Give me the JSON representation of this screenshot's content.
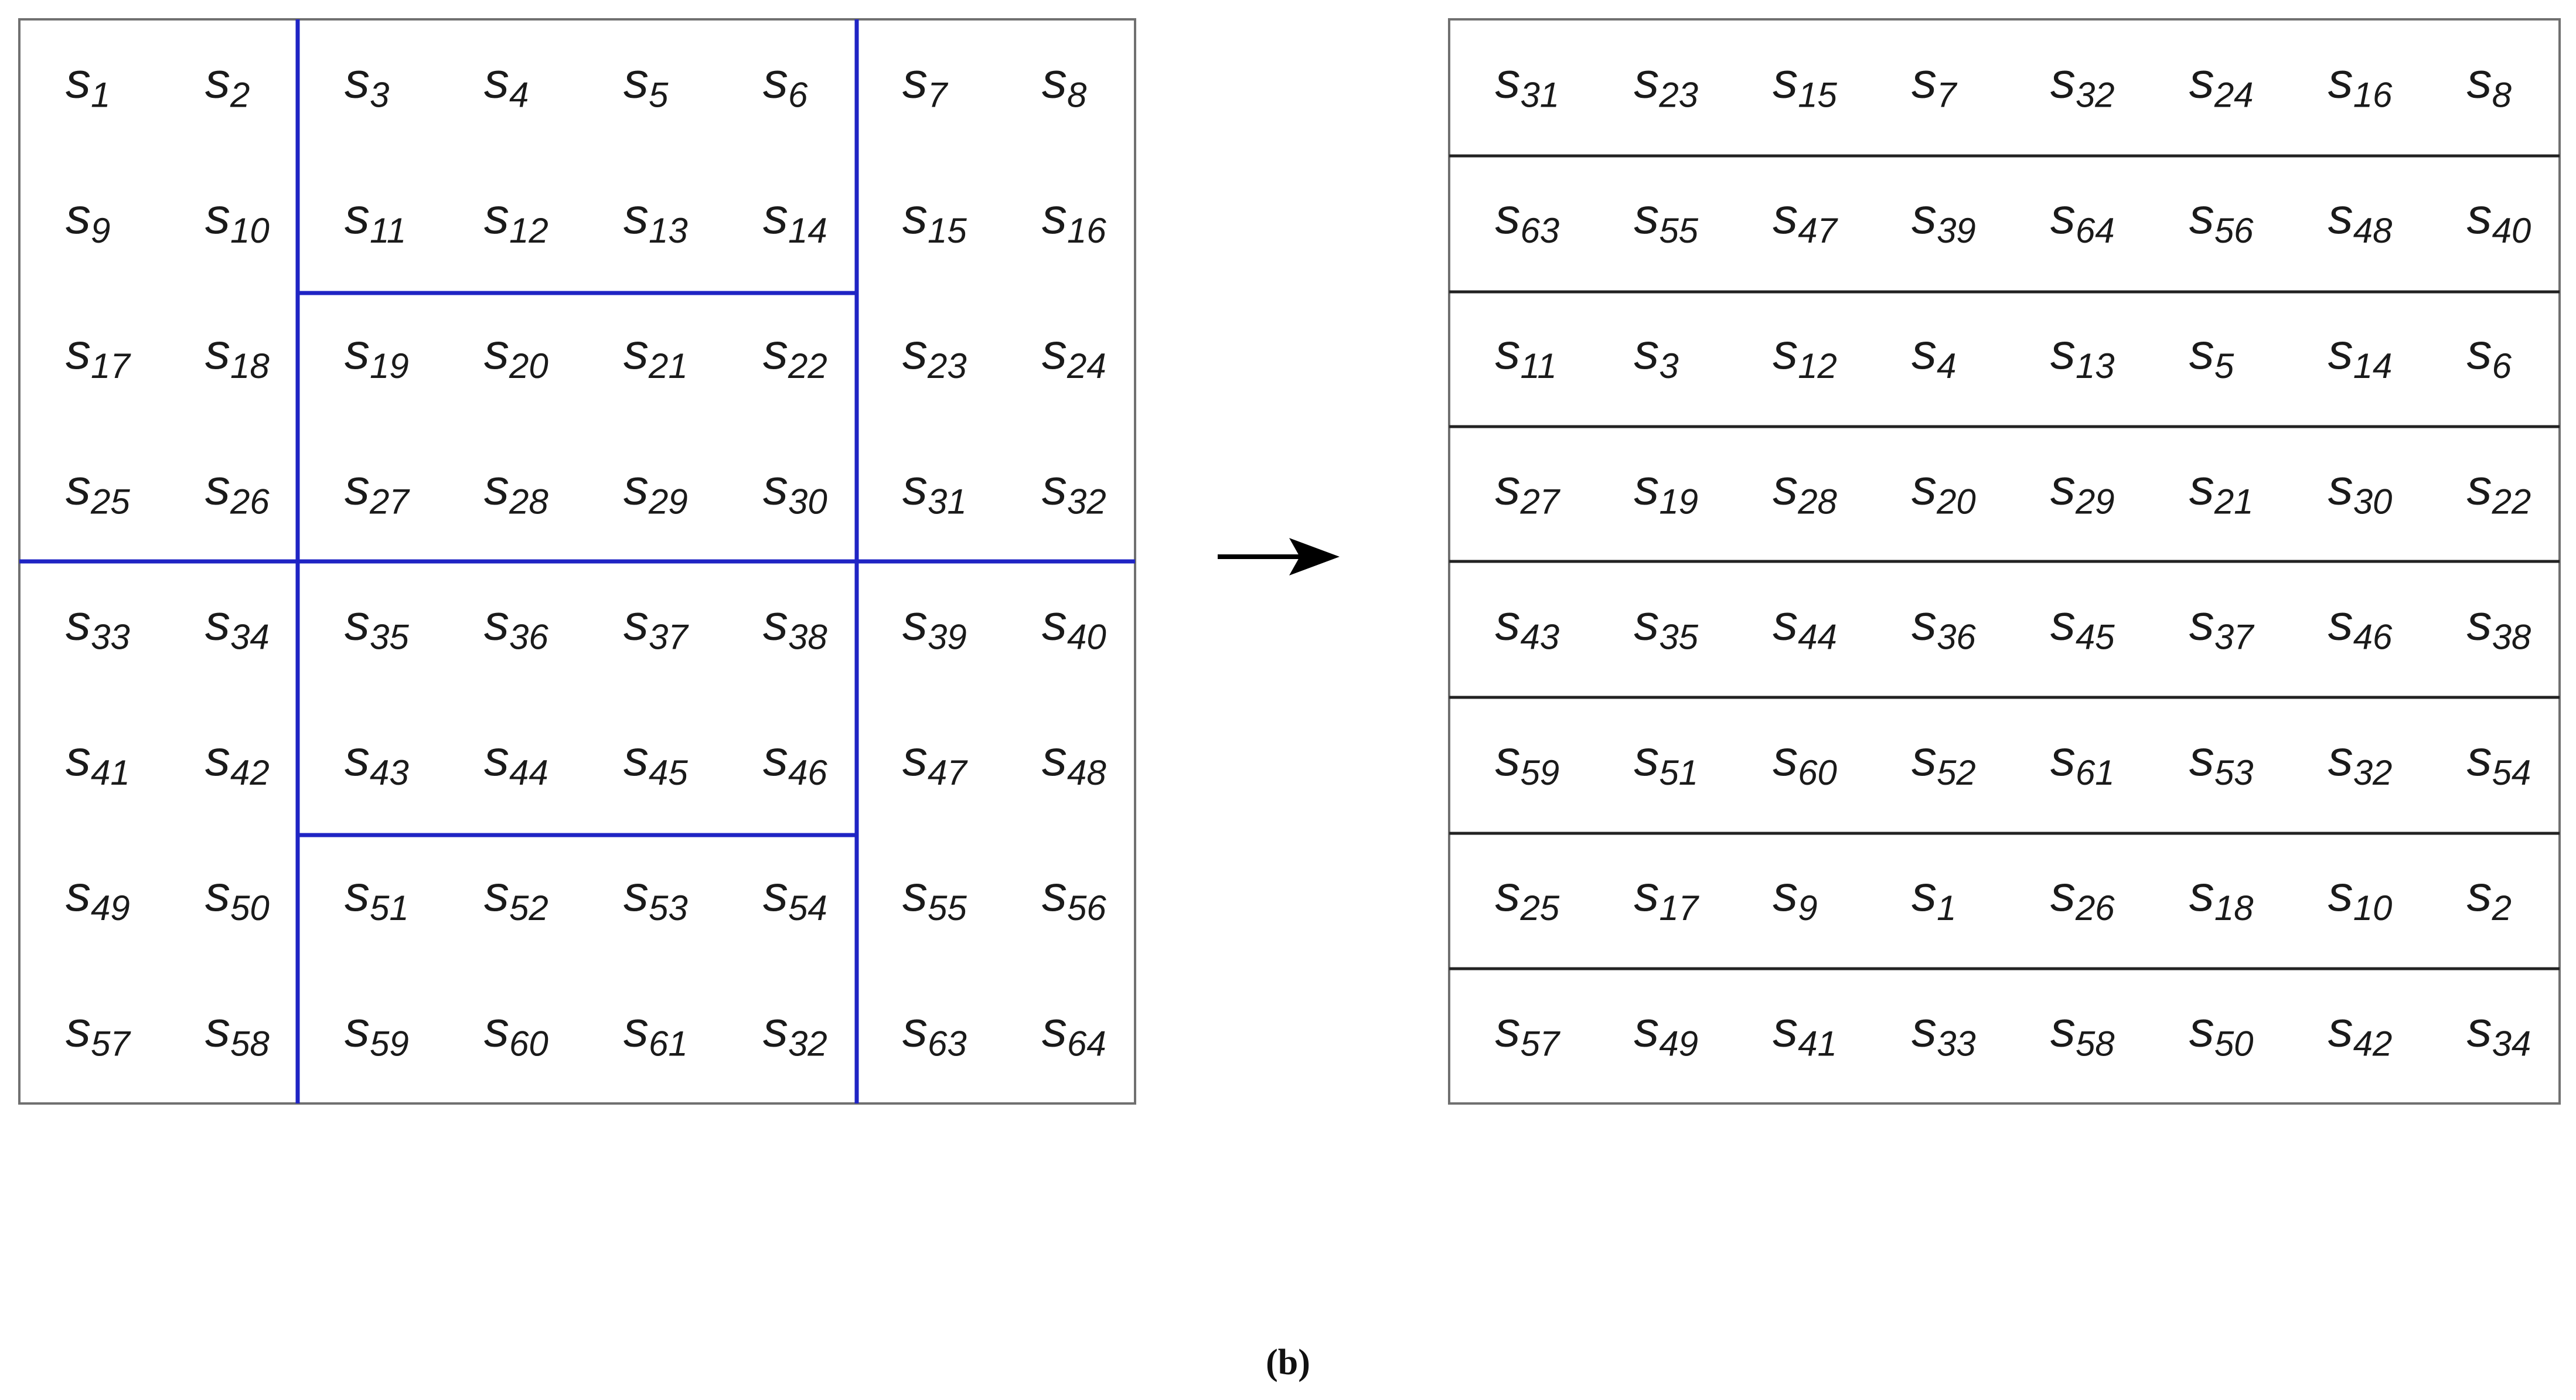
{
  "left_grid": {
    "rows": [
      [
        "1",
        "2",
        "3",
        "4",
        "5",
        "6",
        "7",
        "8"
      ],
      [
        "9",
        "10",
        "11",
        "12",
        "13",
        "14",
        "15",
        "16"
      ],
      [
        "17",
        "18",
        "19",
        "20",
        "21",
        "22",
        "23",
        "24"
      ],
      [
        "25",
        "26",
        "27",
        "28",
        "29",
        "30",
        "31",
        "32"
      ],
      [
        "33",
        "34",
        "35",
        "36",
        "37",
        "38",
        "39",
        "40"
      ],
      [
        "41",
        "42",
        "43",
        "44",
        "45",
        "46",
        "47",
        "48"
      ],
      [
        "49",
        "50",
        "51",
        "52",
        "53",
        "54",
        "55",
        "56"
      ],
      [
        "57",
        "58",
        "59",
        "60",
        "61",
        "32",
        "63",
        "64"
      ]
    ]
  },
  "right_grid": {
    "rows": [
      [
        "31",
        "23",
        "15",
        "7",
        "32",
        "24",
        "16",
        "8"
      ],
      [
        "63",
        "55",
        "47",
        "39",
        "64",
        "56",
        "48",
        "40"
      ],
      [
        "11",
        "3",
        "12",
        "4",
        "13",
        "5",
        "14",
        "6"
      ],
      [
        "27",
        "19",
        "28",
        "20",
        "29",
        "21",
        "30",
        "22"
      ],
      [
        "43",
        "35",
        "44",
        "36",
        "45",
        "37",
        "46",
        "38"
      ],
      [
        "59",
        "51",
        "60",
        "52",
        "61",
        "53",
        "32",
        "54"
      ],
      [
        "25",
        "17",
        "9",
        "1",
        "26",
        "18",
        "10",
        "2"
      ],
      [
        "57",
        "49",
        "41",
        "33",
        "58",
        "50",
        "42",
        "34"
      ]
    ]
  },
  "symbol_letter": "s",
  "caption": "(b)",
  "colors": {
    "partition_lines": "#1f24c4",
    "grid_border": "#707070",
    "row_lines": "#222222",
    "arrow": "#000000"
  }
}
